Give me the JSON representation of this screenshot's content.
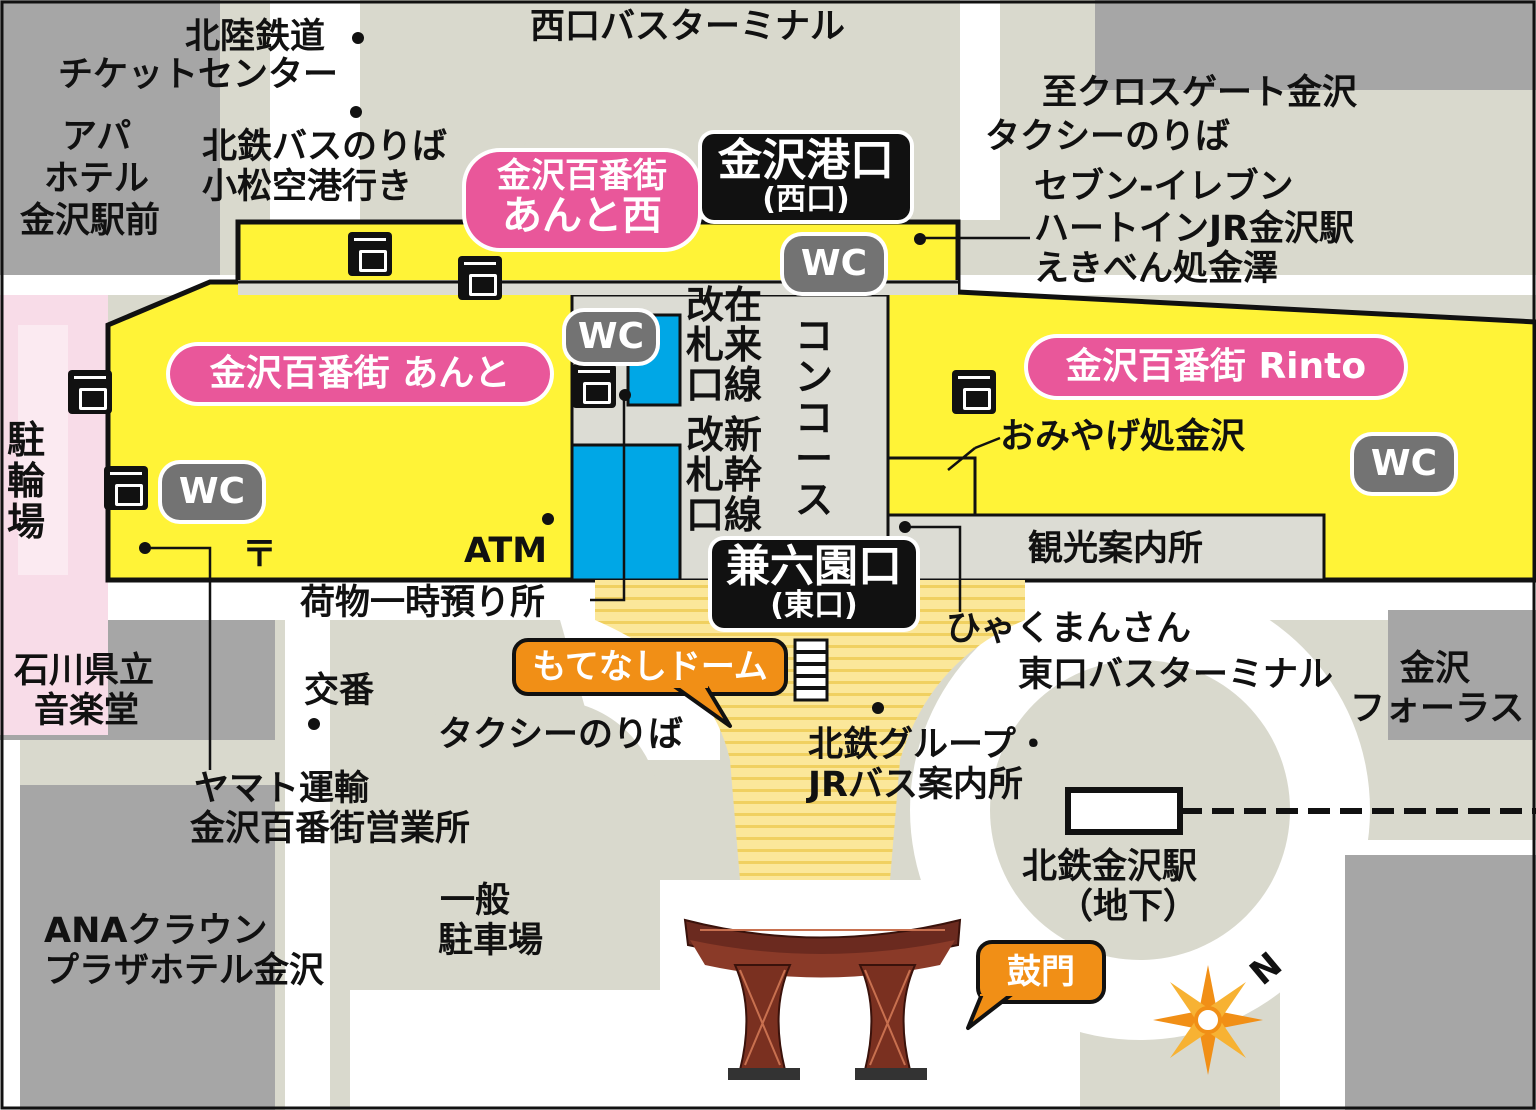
{
  "colors": {
    "map_background": "#ffffff",
    "buildings_light": "#d9d9cd",
    "buildings_dark": "#a6a6a6",
    "station_yellow": "#fff337",
    "concourse_gray": "#dcdcd4",
    "gate_blue": "#00a7e6",
    "plaza_stripes": "#fbe79a",
    "pink_label": "#e9579a",
    "orange_callout": "#f18f16",
    "wc_gray": "#737373",
    "bicycle_pink": "#f8dce8"
  },
  "gates": {
    "west": {
      "main": "金沢港口",
      "sub": "(西口)"
    },
    "east": {
      "main": "兼六園口",
      "sub": "(東口)"
    }
  },
  "malls": {
    "anto_nishi": {
      "line1": "金沢百番街",
      "line2": "あんと西"
    },
    "anto": "金沢百番街 あんと",
    "rinto": "金沢百番街 Rinto"
  },
  "wc_label": "WC",
  "labels": {
    "west_bus_terminal": "西口バスターミナル",
    "hokuriku_ticket": [
      "北陸鉄道",
      "チケットセンター"
    ],
    "hokutetsu_bus": [
      "北鉄バスのりば",
      "小松空港行き"
    ],
    "apa_hotel": [
      "アパ",
      "ホテル",
      "金沢駅前"
    ],
    "crossgate": [
      "至クロスゲート金沢",
      "タクシーのりば"
    ],
    "seven_eleven": [
      "セブン-イレブン",
      "ハートインJR金沢駅",
      "えきべん処金澤"
    ],
    "zairai_gate": [
      "改在",
      "札来",
      "口線"
    ],
    "shinkansen_gate": [
      "改新",
      "札幹",
      "口線"
    ],
    "concourse": "コンコース",
    "omiyage": "おみやげ処金沢",
    "tourist_info": "観光案内所",
    "atm": "ATM",
    "post": "〒",
    "luggage": "荷物一時預り所",
    "bicycle_parking": "駐輪場",
    "ishikawa_hall": [
      "石川県立",
      "音楽堂"
    ],
    "koban": "交番",
    "taxi": "タクシーのりば",
    "hyakumansan": "ひゃくまんさん",
    "east_bus_terminal": "東口バスターミナル",
    "forus": [
      "金沢",
      "フォーラス"
    ],
    "hokutetsu_group": [
      "北鉄グループ・",
      "JRバス案内所"
    ],
    "yamato": [
      "ヤマト運輸",
      "金沢百番街営業所"
    ],
    "parking": [
      "一般",
      "駐車場"
    ],
    "ana_hotel": [
      "ANAクラウン",
      "プラザホテル金沢"
    ],
    "hokutetsu_station": [
      "北鉄金沢駅",
      "（地下）"
    ]
  },
  "callouts": {
    "motenashi_dome": "もてなしドーム",
    "tsuzumimon": "鼓門"
  },
  "compass": {
    "north_letter": "N"
  }
}
